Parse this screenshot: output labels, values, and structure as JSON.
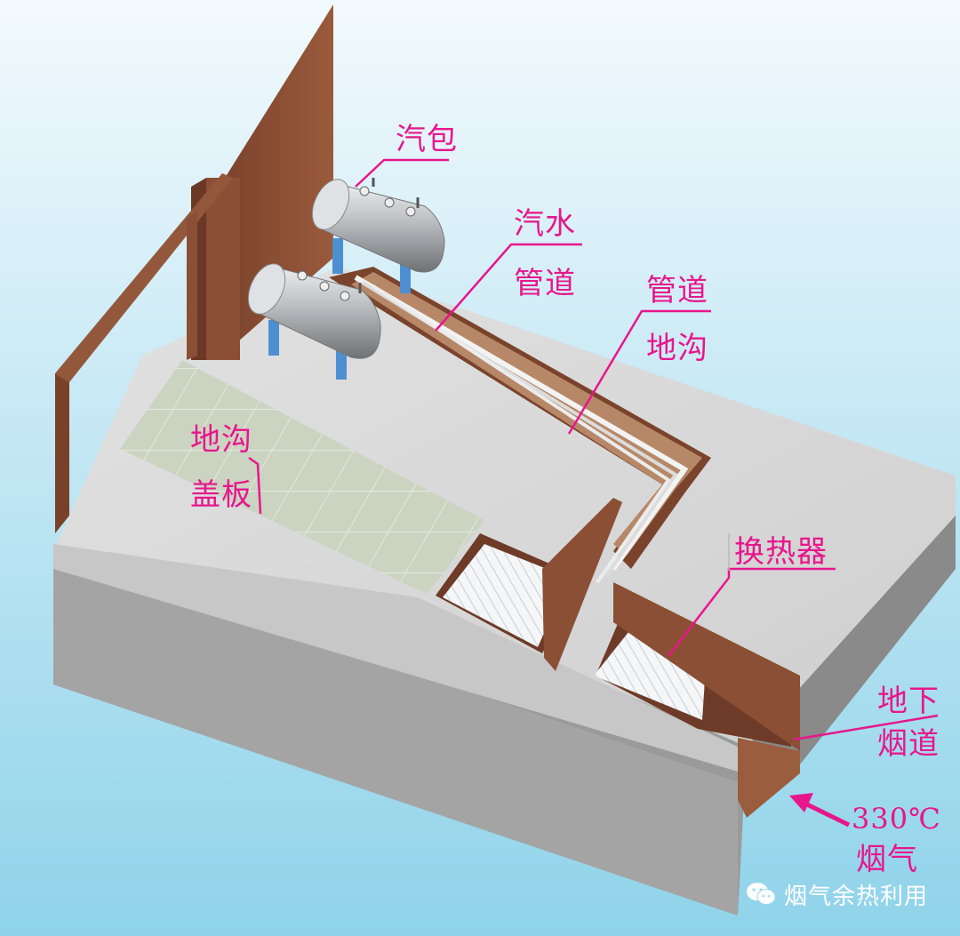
{
  "labels": {
    "steam_drum": "汽包",
    "steam_water_pipe_1": "汽水",
    "steam_water_pipe_2": "管道",
    "pipe_trench_1": "管道",
    "pipe_trench_2": "地沟",
    "trench_cover_1": "地沟",
    "trench_cover_2": "盖板",
    "heat_exchanger": "换热器",
    "underground_flue_1": "地下",
    "underground_flue_2": "烟道",
    "flue_gas_temp": "330℃",
    "flue_gas": "烟气"
  },
  "watermark": {
    "text": "烟气余热利用",
    "icon": "wechat-icon"
  },
  "colors": {
    "label": "#e8168c",
    "leader_line": "#e8168c",
    "background_top": "#eaf6fb",
    "background_bottom": "#8fd3ea",
    "floor_top": "#d8d8d8",
    "slab_side": "#8f8f8f",
    "brick": "#8a4f35",
    "cover_plate": "#c9d3bf",
    "vessel": "#b9bdc0",
    "vessel_stand": "#4d8fd0"
  }
}
